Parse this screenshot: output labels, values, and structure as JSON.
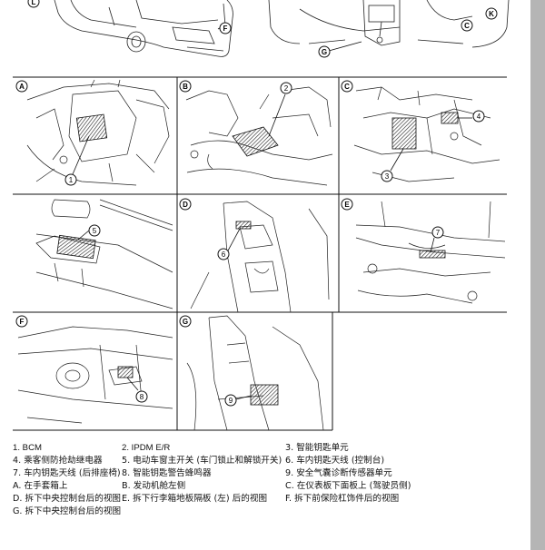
{
  "top_callouts": {
    "left": "L",
    "mid": "F",
    "g": "G",
    "k": "K",
    "c": "C"
  },
  "panels": [
    {
      "letter": "A",
      "callouts": [
        "1"
      ]
    },
    {
      "letter": "B",
      "callouts": [
        "2"
      ]
    },
    {
      "letter": "C",
      "callouts": [
        "4",
        "3"
      ]
    },
    {
      "letter": "",
      "callouts": [
        "5"
      ]
    },
    {
      "letter": "D",
      "callouts": [
        "6"
      ]
    },
    {
      "letter": "E",
      "callouts": [
        "7"
      ]
    },
    {
      "letter": "F",
      "callouts": [
        "8"
      ]
    },
    {
      "letter": "G",
      "callouts": [
        "9"
      ]
    }
  ],
  "legend": {
    "items": [
      "1. BCM",
      "2. IPDM E/R",
      "3. 智能钥匙单元",
      "4. 乘客侧防抢劫继电器",
      "5. 电动车窗主开关 (车门锁止和解锁开关)",
      "6. 车内钥匙天线 (控制台)",
      "7. 车内钥匙天线 (后排座椅)",
      "8. 智能钥匙警告蜂鸣器",
      "9. 安全气囊诊断传感器单元",
      "A. 在手套箱上",
      "B. 发动机舱左侧",
      "C. 在仪表板下面板上 (驾驶员侧)",
      "D. 拆下中央控制台后的视图",
      "E. 拆下行李箱地板隔板 (左) 后的视图",
      "F. 拆下前保险杠饰件后的视图",
      "G. 拆下中央控制台后的视图"
    ]
  }
}
